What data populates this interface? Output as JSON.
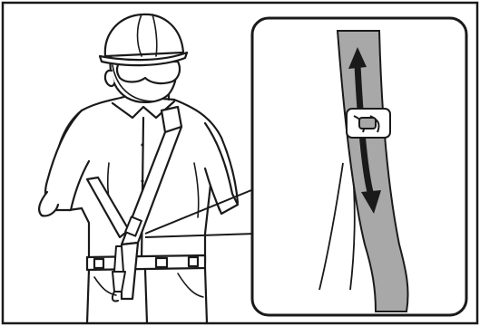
{
  "figure": {
    "subject": "worker-wearing-hardhat-goggles-and-shoulder-lanyard-strap",
    "detail_view": "strap-length-adjuster-buckle",
    "adjust_direction": "up-down"
  },
  "colors": {
    "ink": "#1a1a1a",
    "strap_fill": "#a8a8a8",
    "frame": "#1a1a1a",
    "background": "#ffffff"
  },
  "icons": {
    "adjust_arrow": "double-headed-vertical-arrow",
    "buckle": "slide-buckle"
  }
}
